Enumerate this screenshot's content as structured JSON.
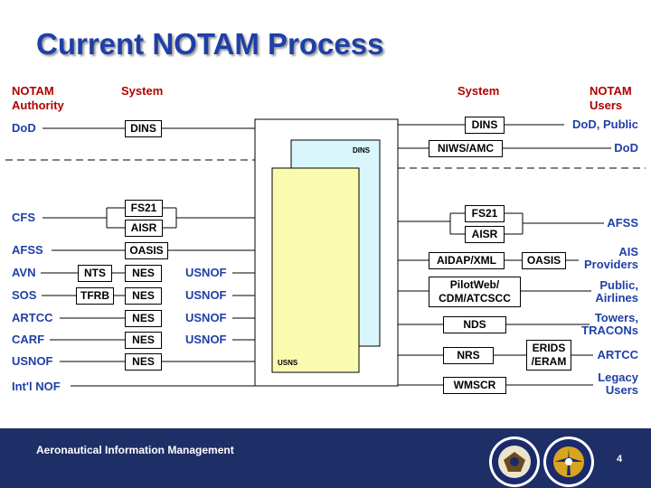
{
  "title": "Current NOTAM Process",
  "headers": {
    "notam_authority": "NOTAM Authority",
    "system_left": "System",
    "system_right": "System",
    "notam_users": "NOTAM Users"
  },
  "left_sources": {
    "dod": "DoD",
    "cfs": "CFS",
    "afss": "AFSS",
    "avn": "AVN",
    "sos": "SOS",
    "artcc": "ARTCC",
    "carf": "CARF",
    "usnof": "USNOF",
    "intl_nof": "Int'l NOF"
  },
  "left_systems": {
    "dins": "DINS",
    "fs21": "FS21",
    "aisr": "AISR",
    "oasis": "OASIS",
    "nts": "NTS",
    "tfrb": "TFRB",
    "nes1": "NES",
    "nes2": "NES",
    "nes3": "NES",
    "nes4": "NES",
    "nes5": "NES"
  },
  "usnof_tags": [
    "USNOF",
    "USNOF",
    "USNOF",
    "USNOF"
  ],
  "center": {
    "dins_label": "DINS",
    "usns_label": "USNS"
  },
  "right_systems": {
    "dins": "DINS",
    "niws": "NIWS/AMC",
    "fs21": "FS21",
    "aisr": "AISR",
    "aidap": "AIDAP/XML",
    "oasis": "OASIS",
    "pilotweb_1": "PilotWeb/",
    "pilotweb_2": "CDM/ATCSCC",
    "nds": "NDS",
    "nrs": "NRS",
    "erids_1": "ERIDS",
    "erids_2": "/ERAM",
    "wmscr": "WMSCR"
  },
  "right_users": {
    "dod_public": "DoD, Public",
    "dod": "DoD",
    "afss": "AFSS",
    "ais_1": "AIS",
    "ais_2": "Providers",
    "public_1": "Public,",
    "public_2": "Airlines",
    "towers_1": "Towers,",
    "towers_2": "TRACONs",
    "artcc": "ARTCC",
    "legacy_1": "Legacy",
    "legacy_2": "Users"
  },
  "footer": {
    "text": "Aeronautical Information Management",
    "page": "4"
  },
  "colors": {
    "title": "#1f3fa8",
    "header_red": "#b00000",
    "label_blue": "#1f3fa8",
    "dins_fill": "#d8f6fb",
    "usns_fill": "#fbfbb0",
    "footer_bg": "#1e2e66"
  }
}
